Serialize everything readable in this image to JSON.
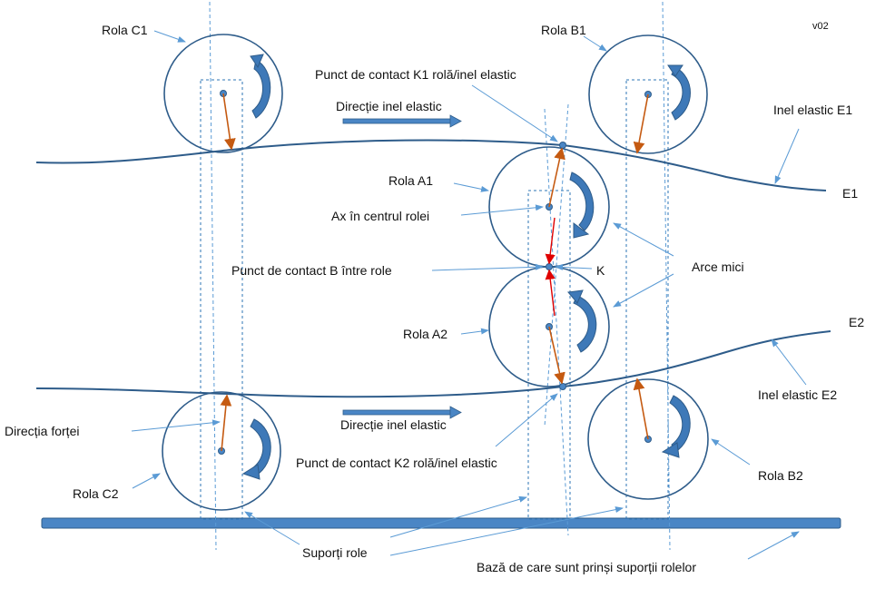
{
  "labels": {
    "version": "v02",
    "rola_c1": "Rola C1",
    "rola_b1": "Rola B1",
    "rola_a1": "Rola A1",
    "rola_a2": "Rola A2",
    "rola_c2": "Rola C2",
    "rola_b2": "Rola B2",
    "contact_k1": "Punct de contact K1 rolă/inel elastic",
    "contact_k2": "Punct de contact K2 rolă/inel elastic",
    "directie_sus": "Direcție inel elastic",
    "directie_jos": "Direcție inel elastic",
    "inel_e1": "Inel elastic E1",
    "inel_e2": "Inel elastic E2",
    "e1": "E1",
    "e2": "E2",
    "ax_centru": "Ax în centrul rolei",
    "contact_b": "Punct de contact B între role",
    "k": "K",
    "arce_mici": "Arce mici",
    "directia_fortei": "Direcția forței",
    "suporti_role": "Suporți role",
    "baza": "Bază de care sunt prinși suporții rolelor"
  },
  "colors": {
    "roller_stroke": "#2e5c8a",
    "leader": "#5b9bd5",
    "force": "#c55a11",
    "force_contact": "#e00000",
    "base": "#4a86c5"
  }
}
